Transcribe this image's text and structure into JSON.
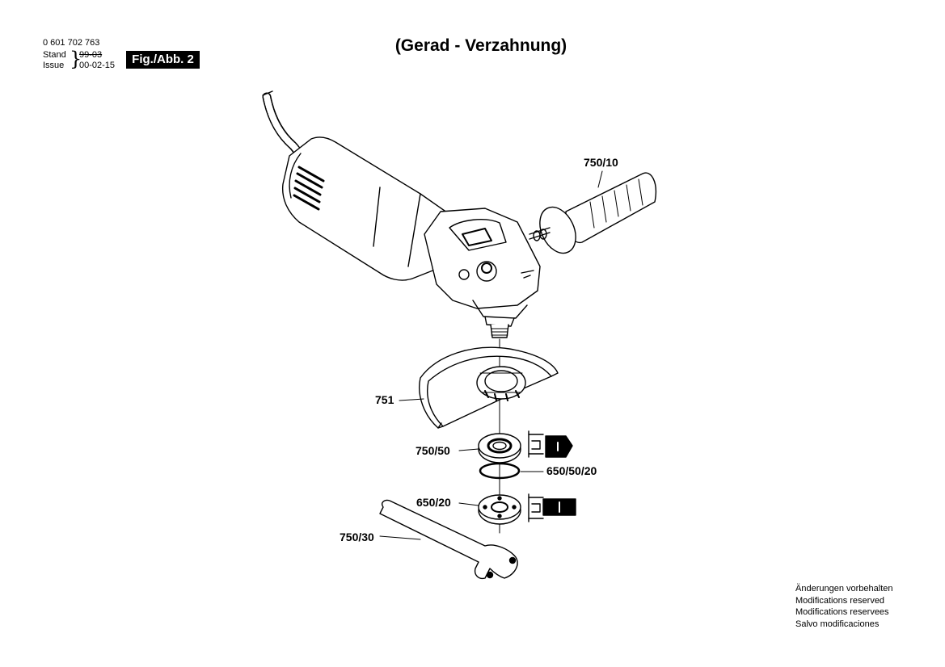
{
  "header": {
    "part_number": "0 601 702 763",
    "stand_label": "Stand",
    "issue_label": "Issue",
    "stand_value_struck": "99-03",
    "issue_date": "00-02-15",
    "figure_badge": "Fig./Abb. 2"
  },
  "title": "(Gerad - Verzahnung)",
  "callouts": {
    "auxiliary_handle": "750/10",
    "protection_guard": "751",
    "mounting_flange": "750/50",
    "o_ring": "650/50/20",
    "clamping_nut": "650/20",
    "two_pin_spanner": "750/30"
  },
  "notice": [
    "Änderungen vorbehalten",
    "Modifications reserved",
    "Modifications reservees",
    "Salvo modificaciones"
  ]
}
